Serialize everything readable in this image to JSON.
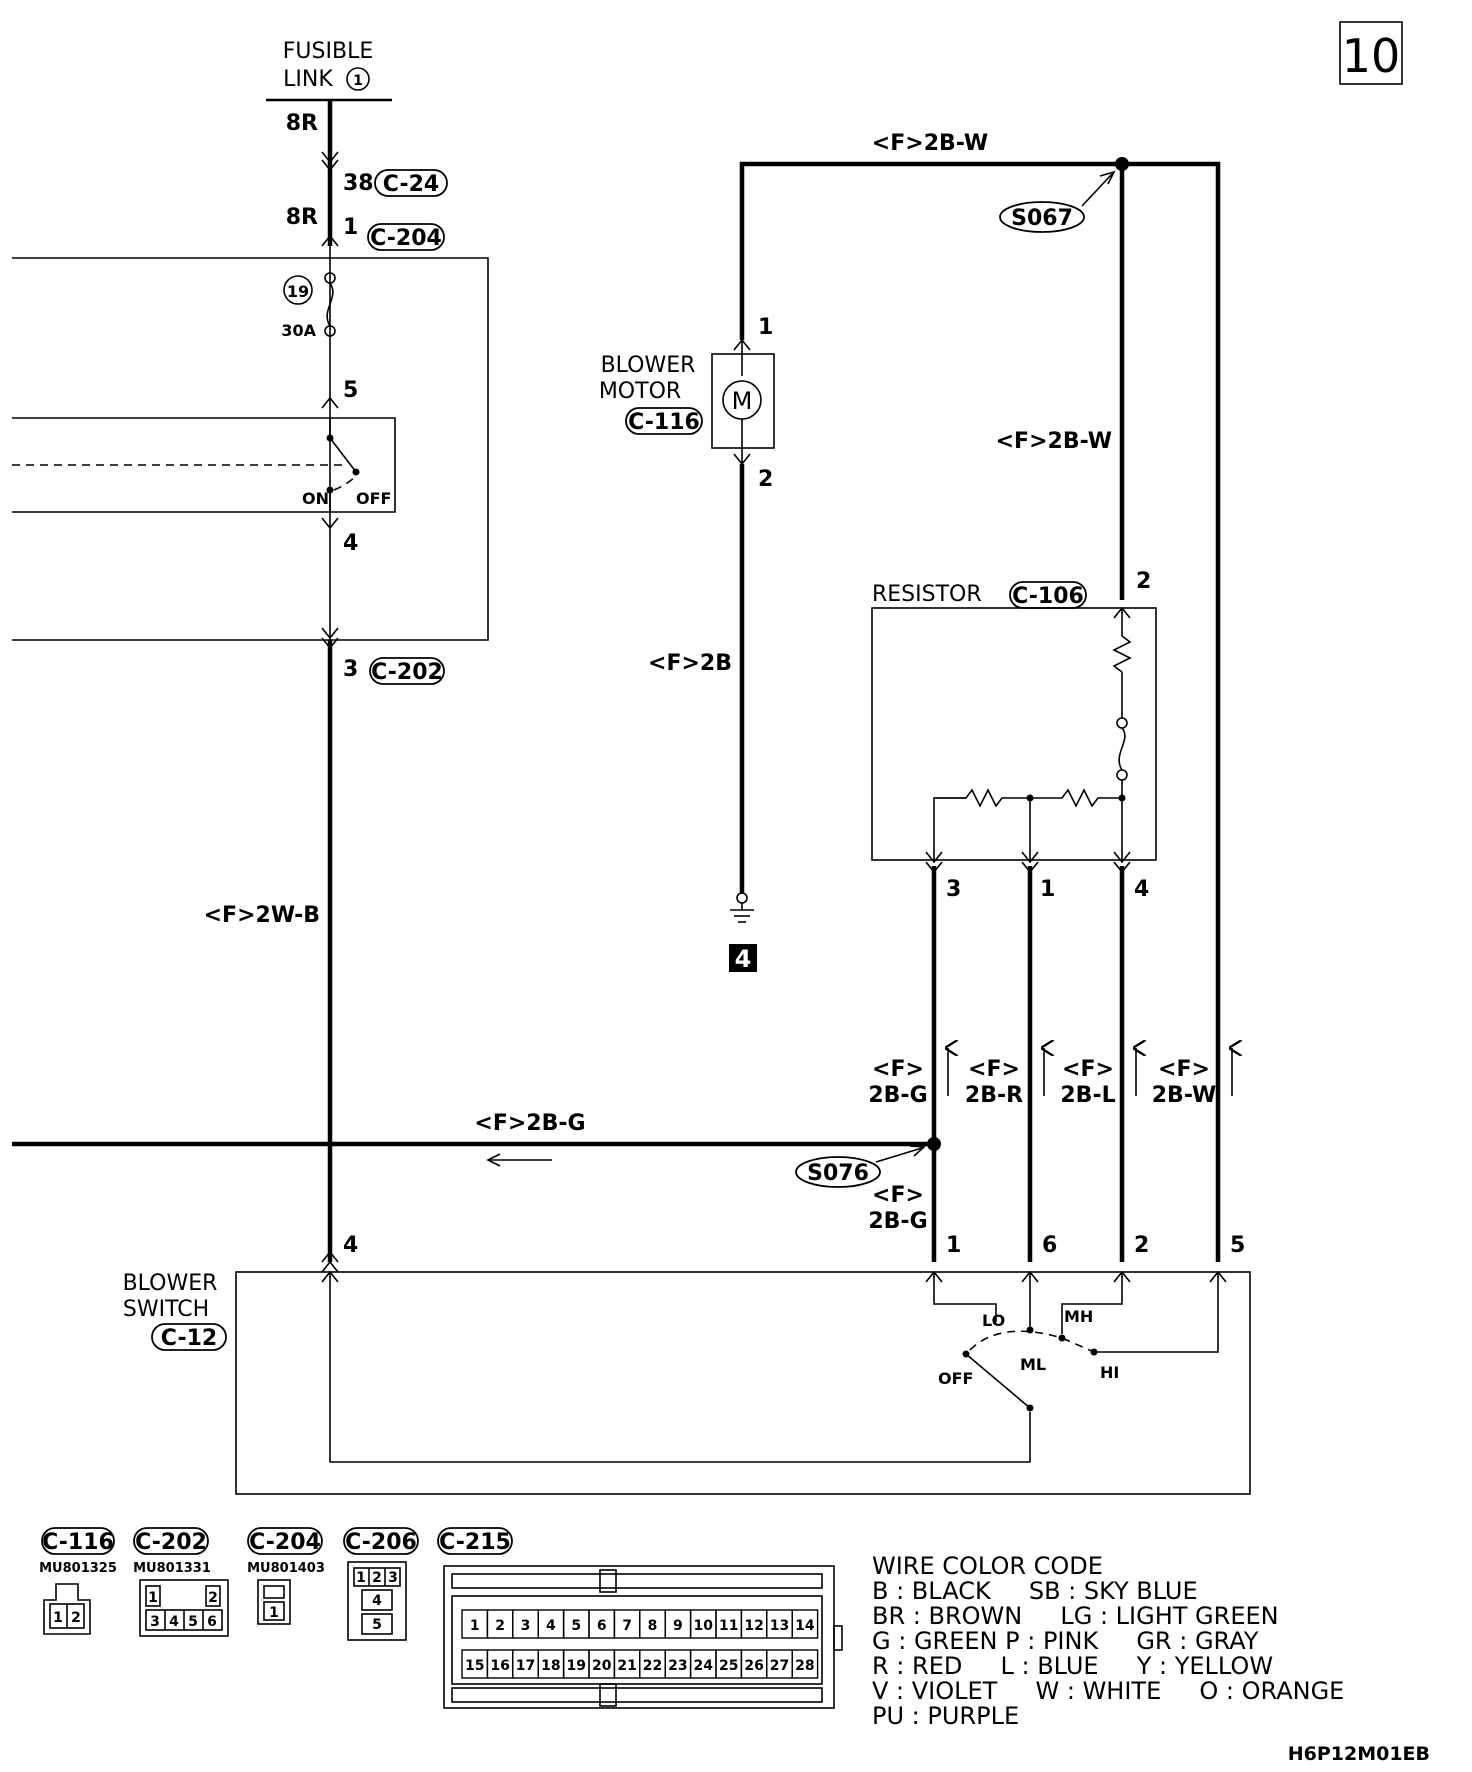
{
  "page_number": "10",
  "fusible_link": {
    "line1": "FUSIBLE",
    "line2": "LINK",
    "number": "1"
  },
  "wire_8r_top": "8R",
  "wire_8r_mid": "8R",
  "c24": {
    "pin": "38",
    "name": "C-24"
  },
  "c204_top": {
    "pin": "1",
    "name": "C-204"
  },
  "fuse": {
    "number": "19",
    "rating": "30A"
  },
  "ign": {
    "pin_top": "5",
    "pin_bottom": "4",
    "on": "ON",
    "off": "OFF"
  },
  "c202": {
    "pin": "3",
    "name": "C-202"
  },
  "wire_left_vertical": "<F>2W-B",
  "wire_top": "<F>2B-W",
  "s067": "S067",
  "blower_motor": {
    "line1": "BLOWER",
    "line2": "MOTOR",
    "connector": "C-116",
    "pin_top": "1",
    "pin_bottom": "2",
    "symbol": "M"
  },
  "wire_motor_ground": "<F>2B",
  "ground_number": "4",
  "wire_right_mid": "<F>2B-W",
  "resistor": {
    "label": "RESISTOR",
    "connector": "C-106",
    "pin_top": "2",
    "pin_3": "3",
    "pin_1": "1",
    "pin_4": "4"
  },
  "wire_labels_upper": [
    {
      "line1": "<F>",
      "line2": "2B-G"
    },
    {
      "line1": "<F>",
      "line2": "2B-R"
    },
    {
      "line1": "<F>",
      "line2": "2B-L"
    },
    {
      "line1": "<F>",
      "line2": "2B-W"
    }
  ],
  "wire_horizontal": "<F>2B-G",
  "s076": "S076",
  "wire_label_lower": {
    "line1": "<F>",
    "line2": "2B-G"
  },
  "blower_switch": {
    "line1": "BLOWER",
    "line2": "SWITCH",
    "connector": "C-12",
    "pins": [
      "4",
      "1",
      "6",
      "2",
      "5"
    ],
    "positions": {
      "lo": "LO",
      "mh": "MH",
      "ml": "ML",
      "off": "OFF",
      "hi": "HI"
    }
  },
  "connectors": [
    {
      "name": "C-116",
      "part": "MU801325",
      "pins": [
        "1",
        "2"
      ]
    },
    {
      "name": "C-202",
      "part": "MU801331",
      "pins": [
        "1",
        "2",
        "3",
        "4",
        "5",
        "6"
      ]
    },
    {
      "name": "C-204",
      "part": "MU801403",
      "pins": [
        "1"
      ]
    },
    {
      "name": "C-206",
      "part": "",
      "pins": [
        "1",
        "2",
        "3",
        "4",
        "5"
      ]
    },
    {
      "name": "C-215",
      "part": "",
      "pins": [
        "1",
        "2",
        "3",
        "4",
        "5",
        "6",
        "7",
        "8",
        "9",
        "10",
        "11",
        "12",
        "13",
        "14",
        "15",
        "16",
        "17",
        "18",
        "19",
        "20",
        "21",
        "22",
        "23",
        "24",
        "25",
        "26",
        "27",
        "28"
      ]
    }
  ],
  "wire_color_code": {
    "title": "WIRE COLOR CODE",
    "rows": [
      "B : BLACK     SB : SKY BLUE",
      "BR : BROWN     LG : LIGHT GREEN",
      "G : GREEN P : PINK     GR : GRAY",
      "R : RED     L : BLUE     Y : YELLOW",
      "V : VIOLET     W : WHITE     O : ORANGE",
      "PU : PURPLE"
    ]
  },
  "drawing_code": "H6P12M01EB"
}
